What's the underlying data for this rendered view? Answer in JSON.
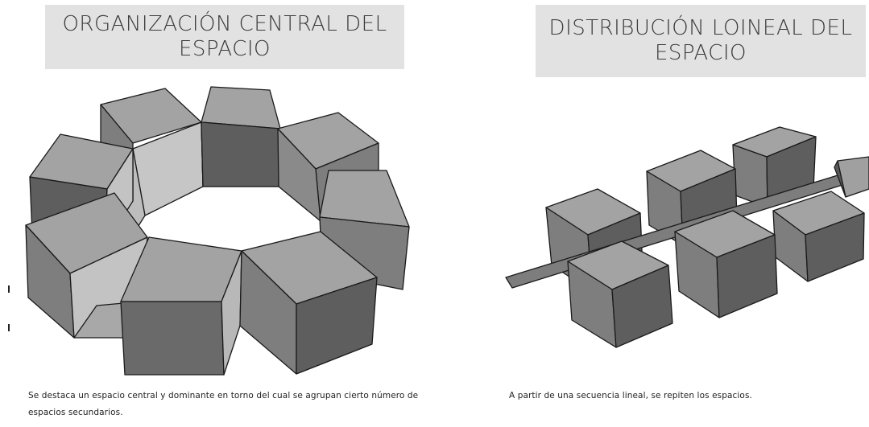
{
  "left_panel": {
    "title_line1": "ORGANIZACIÓN CENTRAL DEL",
    "title_line2": "ESPACIO",
    "caption": "Se destaca un espacio central y dominante en torno del cual se agrupan cierto número de espacios secundarios."
  },
  "right_panel": {
    "title_line1": "DISTRIBUCIÓN LOINEAL DEL",
    "title_line2": "ESPACIO",
    "caption": "A partir de una secuencia lineal, se repiten los espacios."
  },
  "colors": {
    "title_bg": "#e2e2e2",
    "cube_top": "#a3a3a3",
    "cube_front": "#7e7e7e",
    "cube_side": "#5e5e5e",
    "inner_light": "#c4c4c4",
    "arrow_fill": "#7d7d7d",
    "outline": "#1a1a1a"
  }
}
